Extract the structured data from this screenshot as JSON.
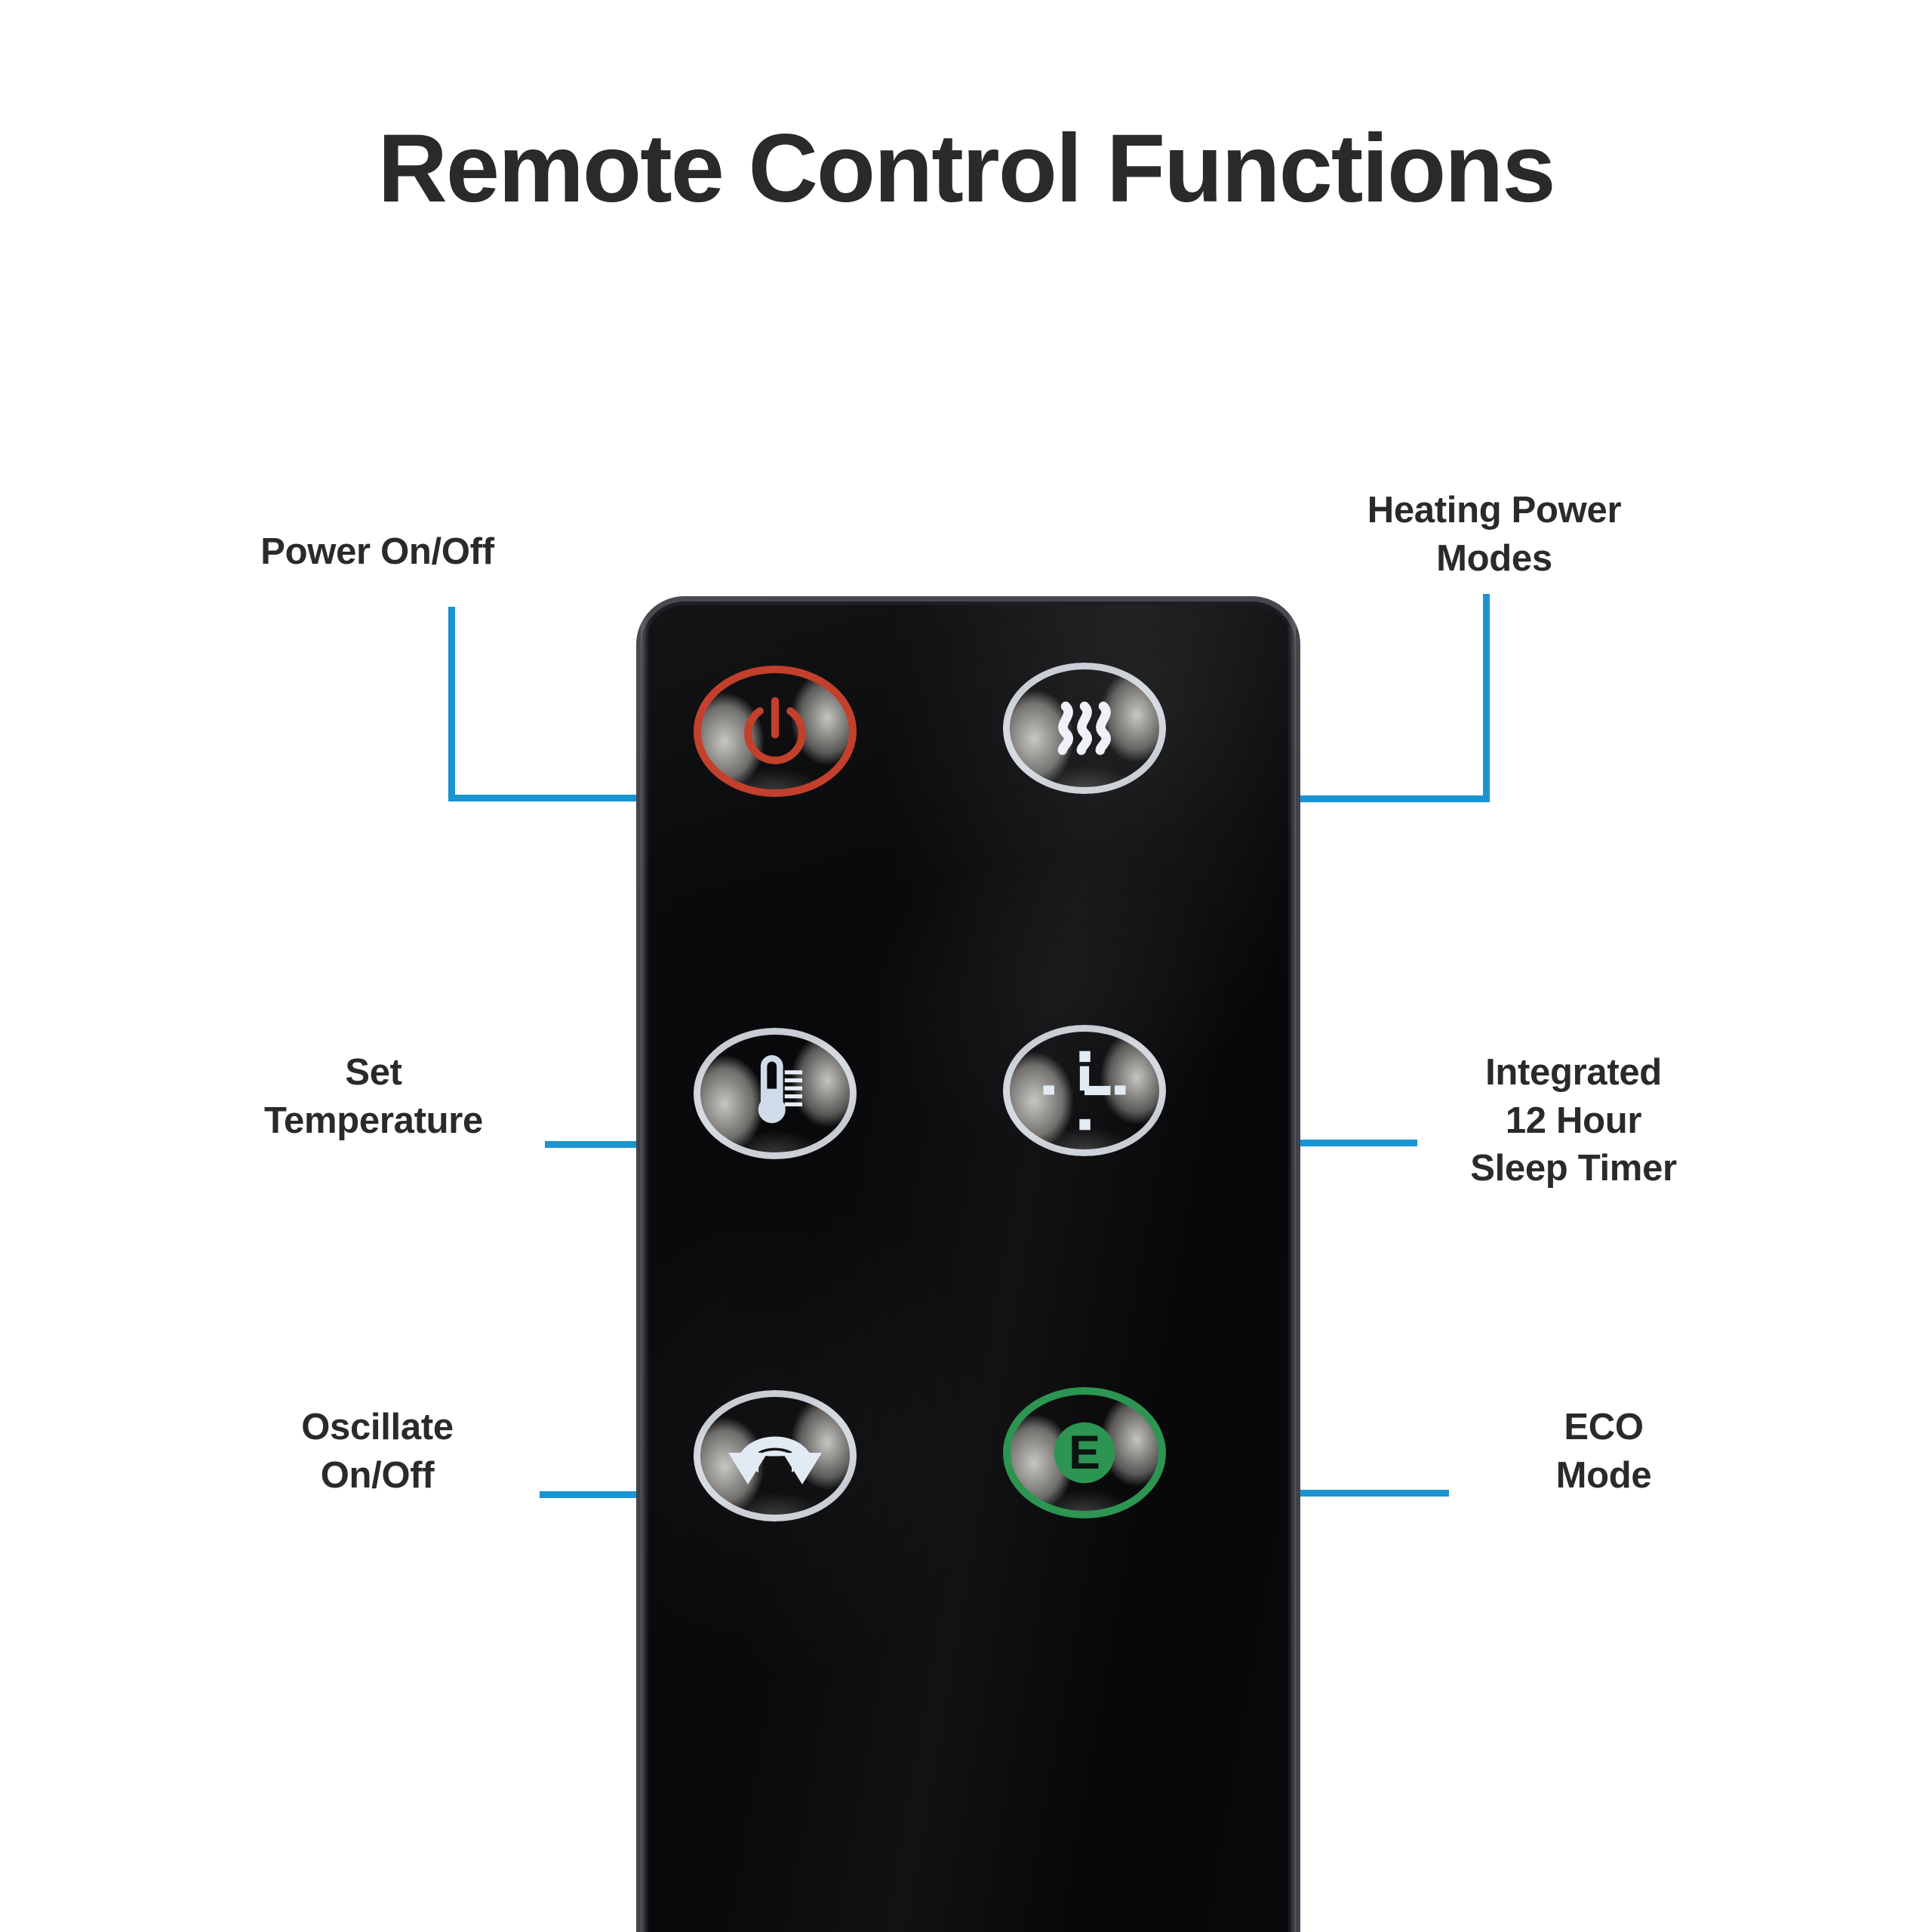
{
  "header": {
    "title": "Remote Control Functions"
  },
  "colors": {
    "accent_blue": "#1a95d1",
    "text_dark": "#2b2a28",
    "background": "#ffffff",
    "remote_body": "#0a0a0c",
    "power_ring_red": "#c2402c",
    "eco_ring_green": "#2c9551",
    "icon_white": "#e2e8f0"
  },
  "device": {
    "name": "Remote Control",
    "body_color": "#0a0a0c",
    "button_layout": "2 columns x 3 rows"
  },
  "callouts": [
    {
      "id": "power",
      "label": "Power On/Off",
      "label_lines": [
        "Power On/Off"
      ],
      "side": "left",
      "icon": "power-icon",
      "accent": "#c2402c",
      "connector": "elbow-down-right"
    },
    {
      "id": "heating",
      "label": "Heating Power Modes",
      "label_lines": [
        "Heating Power",
        "Modes"
      ],
      "side": "right",
      "icon": "heat-waves-icon",
      "accent": "#e2e8f0",
      "connector": "elbow-down-left"
    },
    {
      "id": "temperature",
      "label": "Set Temperature",
      "label_lines": [
        "Set",
        "Temperature"
      ],
      "side": "left",
      "icon": "thermometer-icon",
      "accent": "#e2e8f0",
      "connector": "straight-right"
    },
    {
      "id": "timer",
      "label": "Integrated 12 Hour Sleep Timer",
      "label_lines": [
        "Integrated",
        "12 Hour",
        "Sleep Timer"
      ],
      "side": "right",
      "icon": "clock-icon",
      "accent": "#e2e8f0",
      "connector": "straight-left"
    },
    {
      "id": "oscillate",
      "label": "Oscillate On/Off",
      "label_lines": [
        "Oscillate",
        "On/Off"
      ],
      "side": "left",
      "icon": "oscillate-arrows-icon",
      "accent": "#e2e8f0",
      "connector": "straight-right"
    },
    {
      "id": "eco",
      "label": "ECO Mode",
      "label_lines": [
        "ECO",
        "Mode"
      ],
      "side": "right",
      "icon": "eco-e-icon",
      "accent": "#2c9551",
      "connector": "straight-left"
    }
  ],
  "labels": {
    "power_l1": "Power On/Off",
    "heating_l1": "Heating Power",
    "heating_l2": "Modes",
    "temp_l1": "Set",
    "temp_l2": "Temperature",
    "timer_l1": "Integrated",
    "timer_l2": "12 Hour",
    "timer_l3": "Sleep Timer",
    "osc_l1": "Oscillate",
    "osc_l2": "On/Off",
    "eco_l1": "ECO",
    "eco_l2": "Mode",
    "eco_glyph": "E"
  }
}
